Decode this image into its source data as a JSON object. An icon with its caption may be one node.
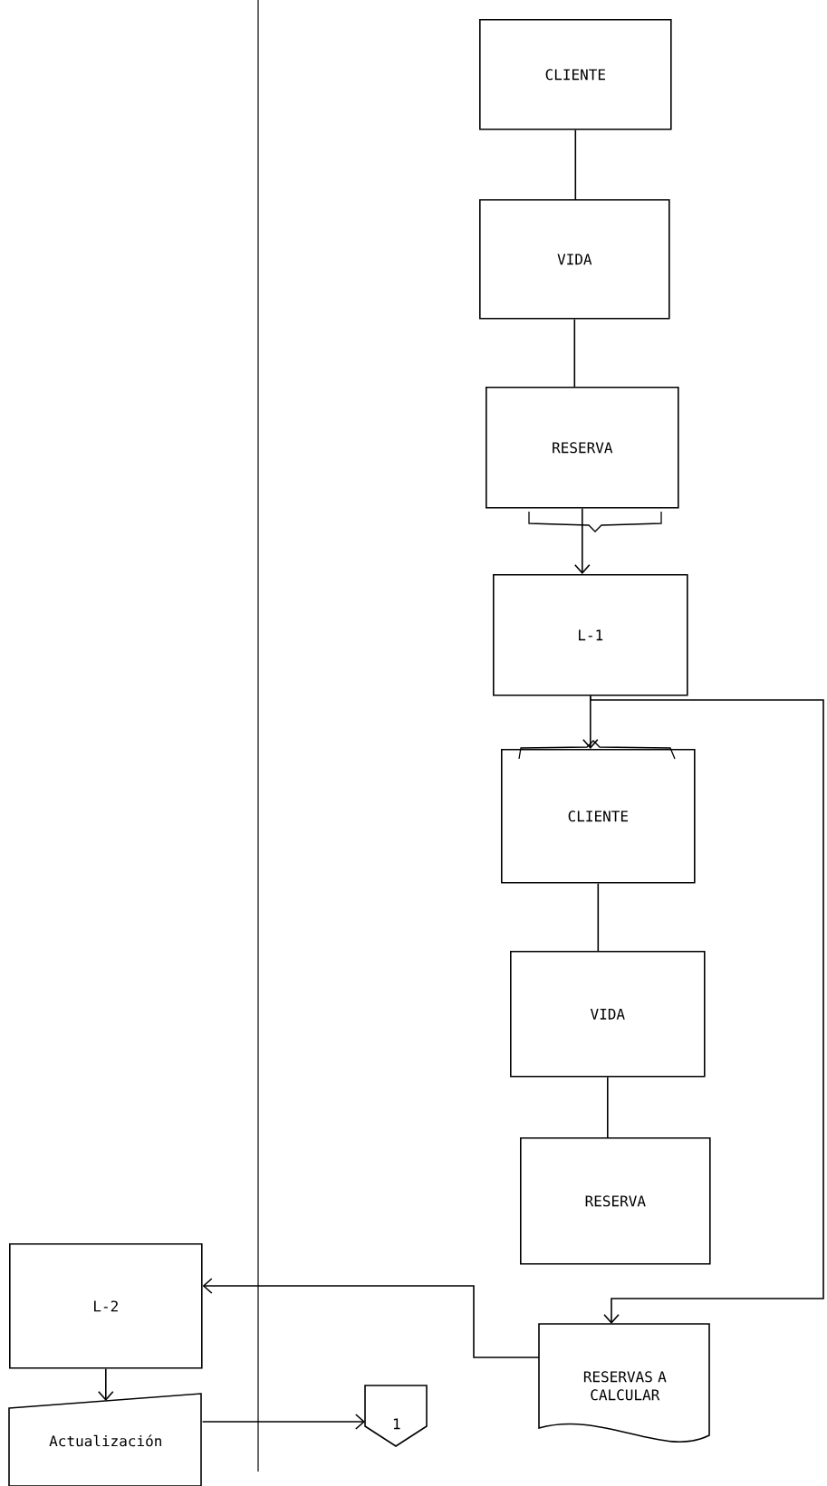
{
  "diagram": {
    "nodes": [
      {
        "text": [
          "CLIENTE"
        ]
      },
      {
        "text": [
          "VIDA"
        ]
      },
      {
        "text": [
          "RESERVA"
        ]
      },
      {
        "text": [
          "L-1"
        ]
      },
      {
        "text": [
          "CLIENTE"
        ]
      },
      {
        "text": [
          "VIDA"
        ]
      },
      {
        "text": [
          "RESERVA"
        ]
      },
      {
        "text": [
          "L-2"
        ]
      },
      {
        "text": [
          "RESERVAS A CALCULAR"
        ]
      },
      {
        "text": [
          "Actualización"
        ]
      },
      {
        "text": [
          "1"
        ]
      }
    ],
    "edges": [
      {
        "from": 0,
        "to": 1,
        "arrow": "none"
      },
      {
        "from": 1,
        "to": 2,
        "arrow": "none"
      },
      {
        "from": 2,
        "to": 3,
        "arrow": "to"
      },
      {
        "from": 3,
        "to": 4,
        "arrow": "to"
      },
      {
        "from": 3,
        "to": 8,
        "arrow": "to"
      },
      {
        "from": 4,
        "to": 5,
        "arrow": "none"
      },
      {
        "from": 5,
        "to": 6,
        "arrow": "none"
      },
      {
        "from": 8,
        "to": 7,
        "arrow": "to"
      },
      {
        "from": 7,
        "to": 9,
        "arrow": "to"
      },
      {
        "from": 9,
        "to": 10,
        "arrow": "to"
      }
    ]
  }
}
